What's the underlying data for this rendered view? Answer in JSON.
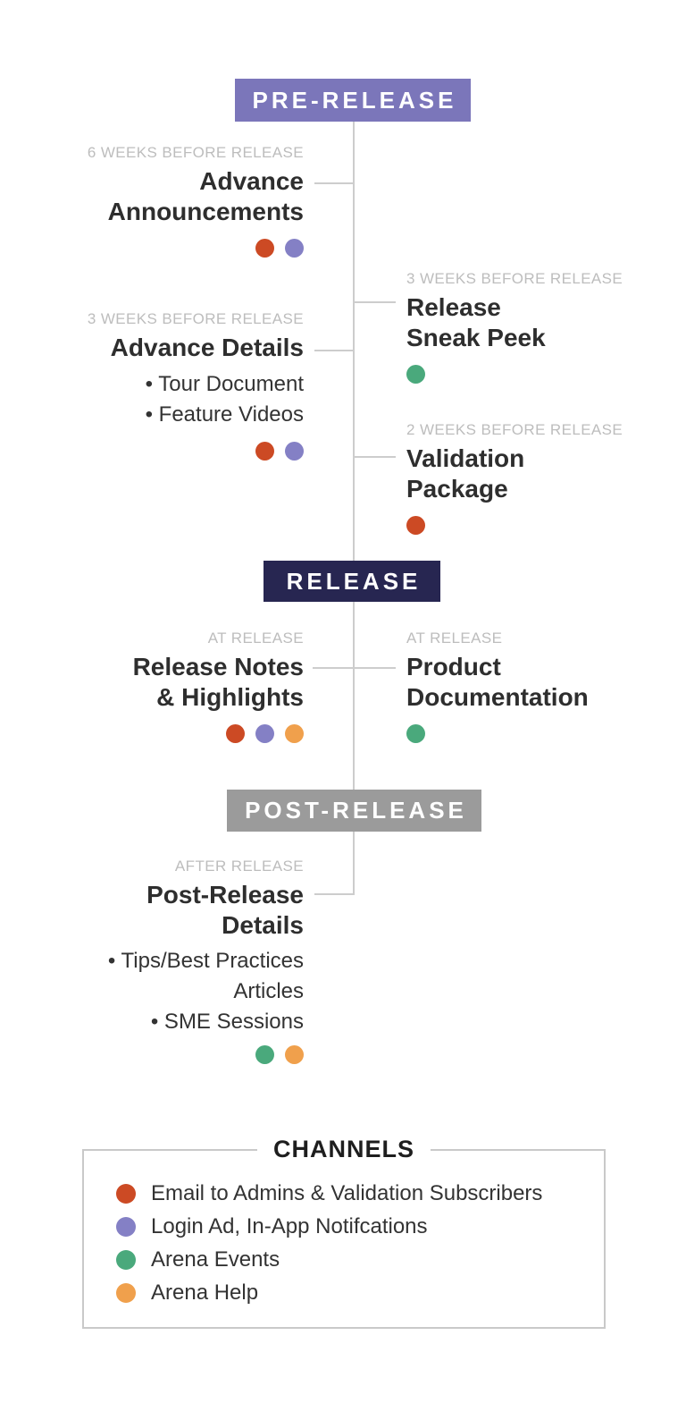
{
  "phases": {
    "pre_release": {
      "label": "PRE-RELEASE",
      "color": "#7b76ba"
    },
    "release": {
      "label": "RELEASE",
      "color": "#272651"
    },
    "post_release": {
      "label": "POST-RELEASE",
      "color": "#9b9b9b"
    }
  },
  "timeline": {
    "line_color": "#cdcdcd",
    "items": [
      {
        "timing": "6 WEEKS BEFORE RELEASE",
        "title_lines": [
          "Advance",
          "Announcements"
        ],
        "side": "left",
        "channels": [
          "email",
          "login_ad"
        ]
      },
      {
        "timing": "3 WEEKS BEFORE RELEASE",
        "title_lines": [
          "Release",
          "Sneak Peek"
        ],
        "side": "right",
        "channels": [
          "arena_events"
        ]
      },
      {
        "timing": "3 WEEKS BEFORE RELEASE",
        "title_lines": [
          "Advance Details"
        ],
        "bullets": [
          "• Tour Document",
          "• Feature Videos"
        ],
        "side": "left",
        "channels": [
          "email",
          "login_ad"
        ]
      },
      {
        "timing": "2 WEEKS BEFORE RELEASE",
        "title_lines": [
          "Validation",
          "Package"
        ],
        "side": "right",
        "channels": [
          "email"
        ]
      },
      {
        "timing": "AT RELEASE",
        "title_lines": [
          "Release Notes",
          "& Highlights"
        ],
        "side": "left",
        "channels": [
          "email",
          "login_ad",
          "arena_help"
        ]
      },
      {
        "timing": "AT RELEASE",
        "title_lines": [
          "Product",
          "Documentation"
        ],
        "side": "right",
        "channels": [
          "arena_events"
        ]
      },
      {
        "timing": "AFTER RELEASE",
        "title_lines": [
          "Post-Release",
          "Details"
        ],
        "bullets": [
          "• Tips/Best Practices Articles",
          "• SME Sessions"
        ],
        "side": "left",
        "channels": [
          "arena_events",
          "arena_help"
        ]
      }
    ]
  },
  "channels": {
    "title": "CHANNELS",
    "items": [
      {
        "key": "email",
        "color": "#cc4a24",
        "label": "Email to Admins & Validation Subscribers"
      },
      {
        "key": "login_ad",
        "color": "#8480c5",
        "label": "Login Ad, In-App Notifcations"
      },
      {
        "key": "arena_events",
        "color": "#4aa97c",
        "label": "Arena Events"
      },
      {
        "key": "arena_help",
        "color": "#f0a04c",
        "label": "Arena Help"
      }
    ]
  }
}
